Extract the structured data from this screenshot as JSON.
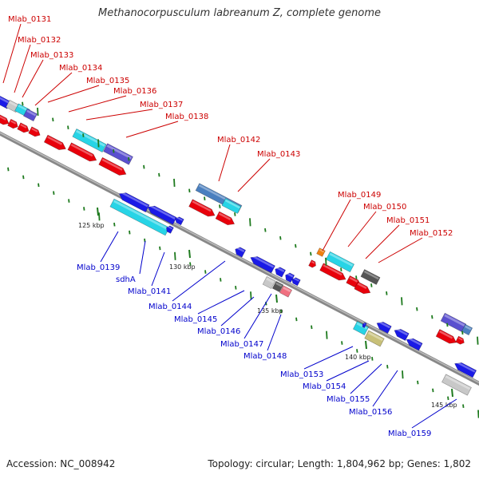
{
  "title": "Methanocorpusculum labreanum Z, complete genome",
  "footer": {
    "accession": "Accession: NC_008942",
    "summary": "Topology: circular; Length: 1,804,962 bp; Genes: 1,802"
  },
  "colors": {
    "forward_label": "#cc0000",
    "reverse_label": "#0000cc",
    "backbone": "#888888",
    "tick": "#1e7a1e",
    "red_gene": "#e8000b",
    "blue_gene": "#1a1ae6",
    "cyan_gene": "#27d4e6",
    "grey_gene": "#c8c8c8",
    "dark_gene": "#555555",
    "purple_gene": "#5a4fcf",
    "steel_gene": "#4a7fbf",
    "pink_gene": "#f07080",
    "olive_gene": "#c8c078",
    "orange_gene": "#f08010"
  },
  "scale_labels": [
    "125 kbp",
    "130 kbp",
    "135 kbp",
    "140 kbp",
    "145 kbp"
  ],
  "forward_labels": [
    "Mlab_0131",
    "Mlab_0132",
    "Mlab_0133",
    "Mlab_0134",
    "Mlab_0135",
    "Mlab_0136",
    "Mlab_0137",
    "Mlab_0138",
    "Mlab_0142",
    "Mlab_0143",
    "Mlab_0149",
    "Mlab_0150",
    "Mlab_0151",
    "Mlab_0152"
  ],
  "reverse_labels": [
    "Mlab_0139",
    "sdhA",
    "Mlab_0141",
    "Mlab_0144",
    "Mlab_0145",
    "Mlab_0146",
    "Mlab_0147",
    "Mlab_0148",
    "Mlab_0153",
    "Mlab_0154",
    "Mlab_0155",
    "Mlab_0156",
    "Mlab_0159"
  ]
}
